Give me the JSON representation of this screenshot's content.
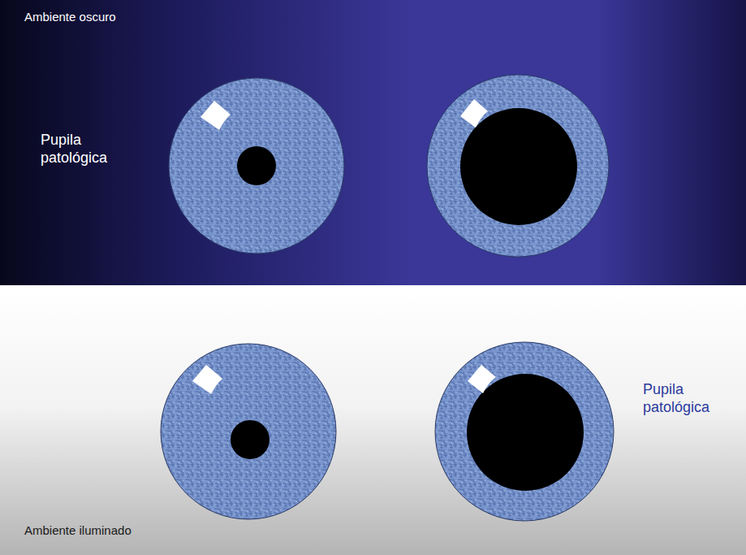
{
  "diagram": {
    "nodes": [
      {
        "text": [
          "Ambiente oscuro",
          "Pupila patológica"
        ]
      },
      {
        "text": [
          "Pupila patológica",
          "Ambiente iluminado"
        ]
      }
    ]
  }
}
